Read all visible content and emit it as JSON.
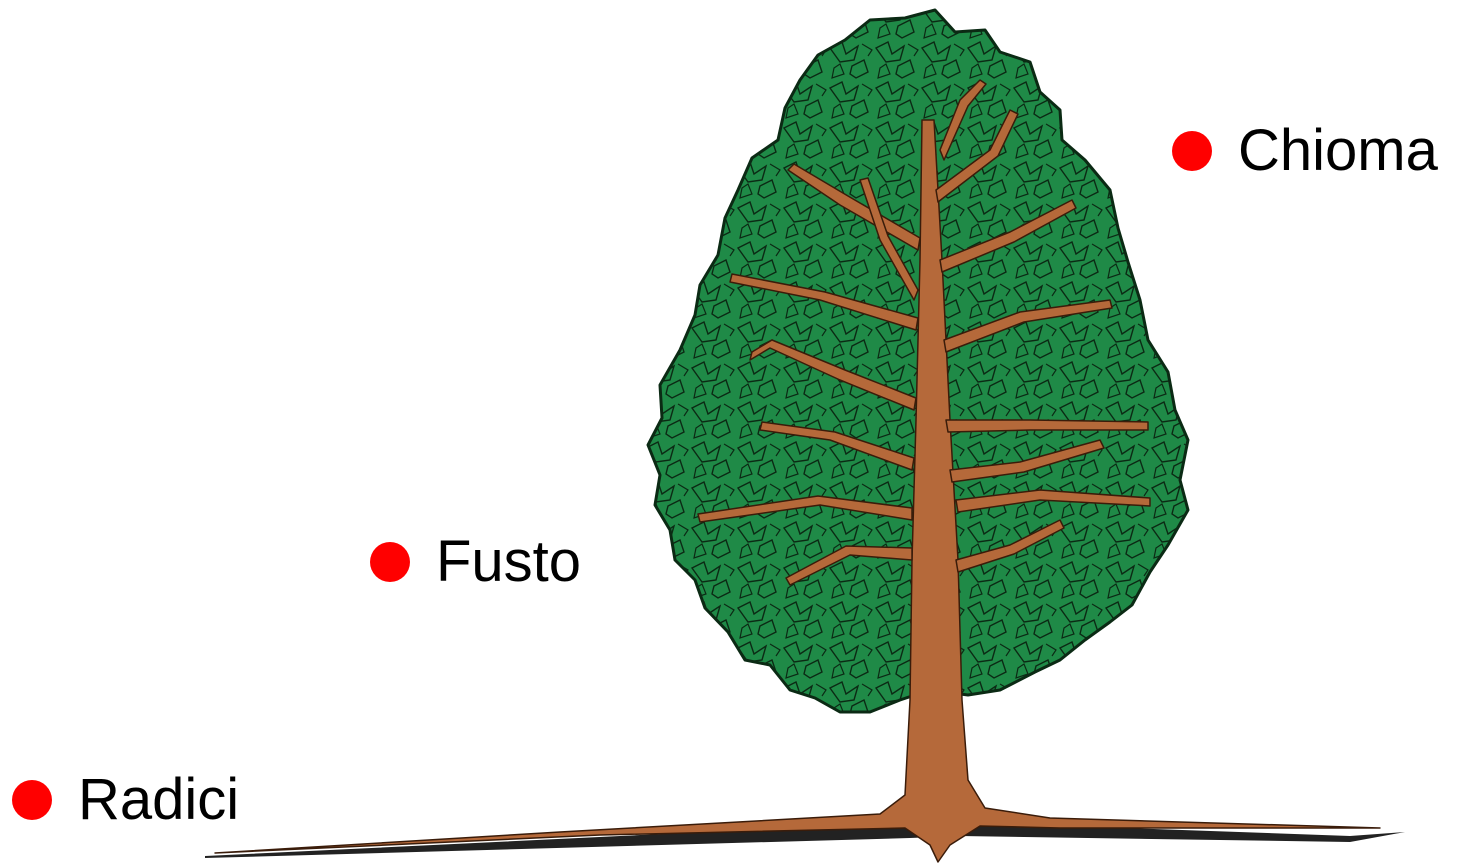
{
  "colors": {
    "bullet": "#ff0000",
    "label_text": "#000000",
    "foliage": "#1f8a47",
    "foliage_outline": "#0b2a14",
    "trunk": "#b5693a",
    "trunk_outline": "#3a1c0a",
    "ground": "#222222",
    "background": "#ffffff"
  },
  "labels": {
    "chioma": "Chioma",
    "fusto": "Fusto",
    "radici": "Radici"
  },
  "icons": {
    "bullet": "red-dot-icon",
    "illustration": "tree-icon"
  }
}
